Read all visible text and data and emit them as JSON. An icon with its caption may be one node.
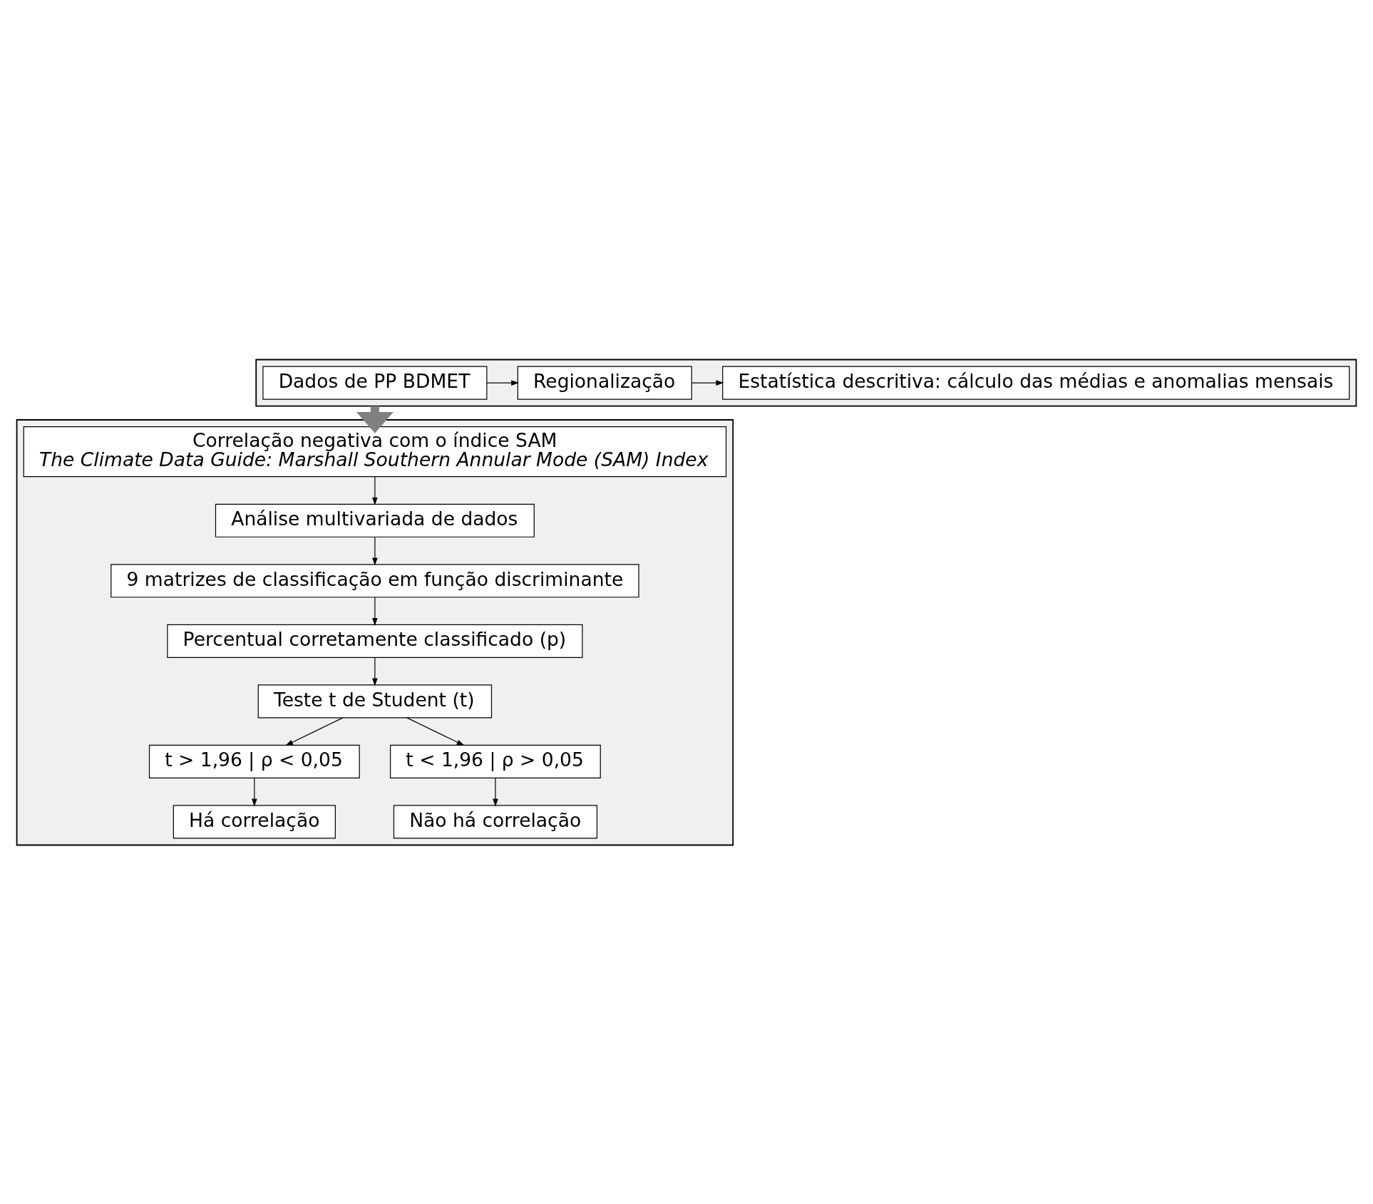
{
  "diagram": {
    "nodes": [
      {
        "text": [],
        "shape": "box"
      },
      {
        "text": [
          "Dados de PP BDMET"
        ],
        "in": 0
      },
      {
        "text": [
          "Regionalização"
        ],
        "in": 0
      },
      {
        "text": [
          "Estatística descritiva: cálculo das médias e anomalias mensais"
        ],
        "in": 0
      },
      {
        "text": [],
        "shape": "box"
      },
      {
        "text": [
          "Correlação negativa com o índice SAM",
          "The Climate Data Guide: Marshall Southern Annular Mode (SAM) Index"
        ],
        "in": 4
      },
      {
        "text": [
          "Análise multivariada de dados"
        ],
        "in": 4
      },
      {
        "text": [
          "9 matrizes de classificação em função discriminante"
        ],
        "in": 4
      },
      {
        "text": [
          "Percentual corretamente classificado (p)"
        ],
        "in": 4
      },
      {
        "text": [
          "Teste t de Student (t)"
        ],
        "in": 4
      },
      {
        "text": [
          "t > 1,96 | ρ < 0,05"
        ],
        "in": 4
      },
      {
        "text": [
          "t < 1,96 | ρ > 0,05"
        ],
        "in": 4
      },
      {
        "text": [
          "Há correlação"
        ],
        "in": 4
      },
      {
        "text": [
          "Não há correlação"
        ],
        "in": 4
      }
    ],
    "edges": [
      {
        "from": 1,
        "to": 2,
        "arrow": "to"
      },
      {
        "from": 2,
        "to": 3,
        "arrow": "to"
      },
      {
        "from": 0,
        "to": 5,
        "arrow": "to",
        "style": "thick",
        "color": "#808080"
      },
      {
        "from": 5,
        "to": 6,
        "arrow": "to"
      },
      {
        "from": 6,
        "to": 7,
        "arrow": "to"
      },
      {
        "from": 7,
        "to": 8,
        "arrow": "to"
      },
      {
        "from": 8,
        "to": 9,
        "arrow": "to"
      },
      {
        "from": 9,
        "to": 10,
        "arrow": "to"
      },
      {
        "from": 9,
        "to": 11,
        "arrow": "to"
      },
      {
        "from": 10,
        "to": 12,
        "arrow": "to"
      },
      {
        "from": 11,
        "to": 13,
        "arrow": "to"
      }
    ]
  }
}
